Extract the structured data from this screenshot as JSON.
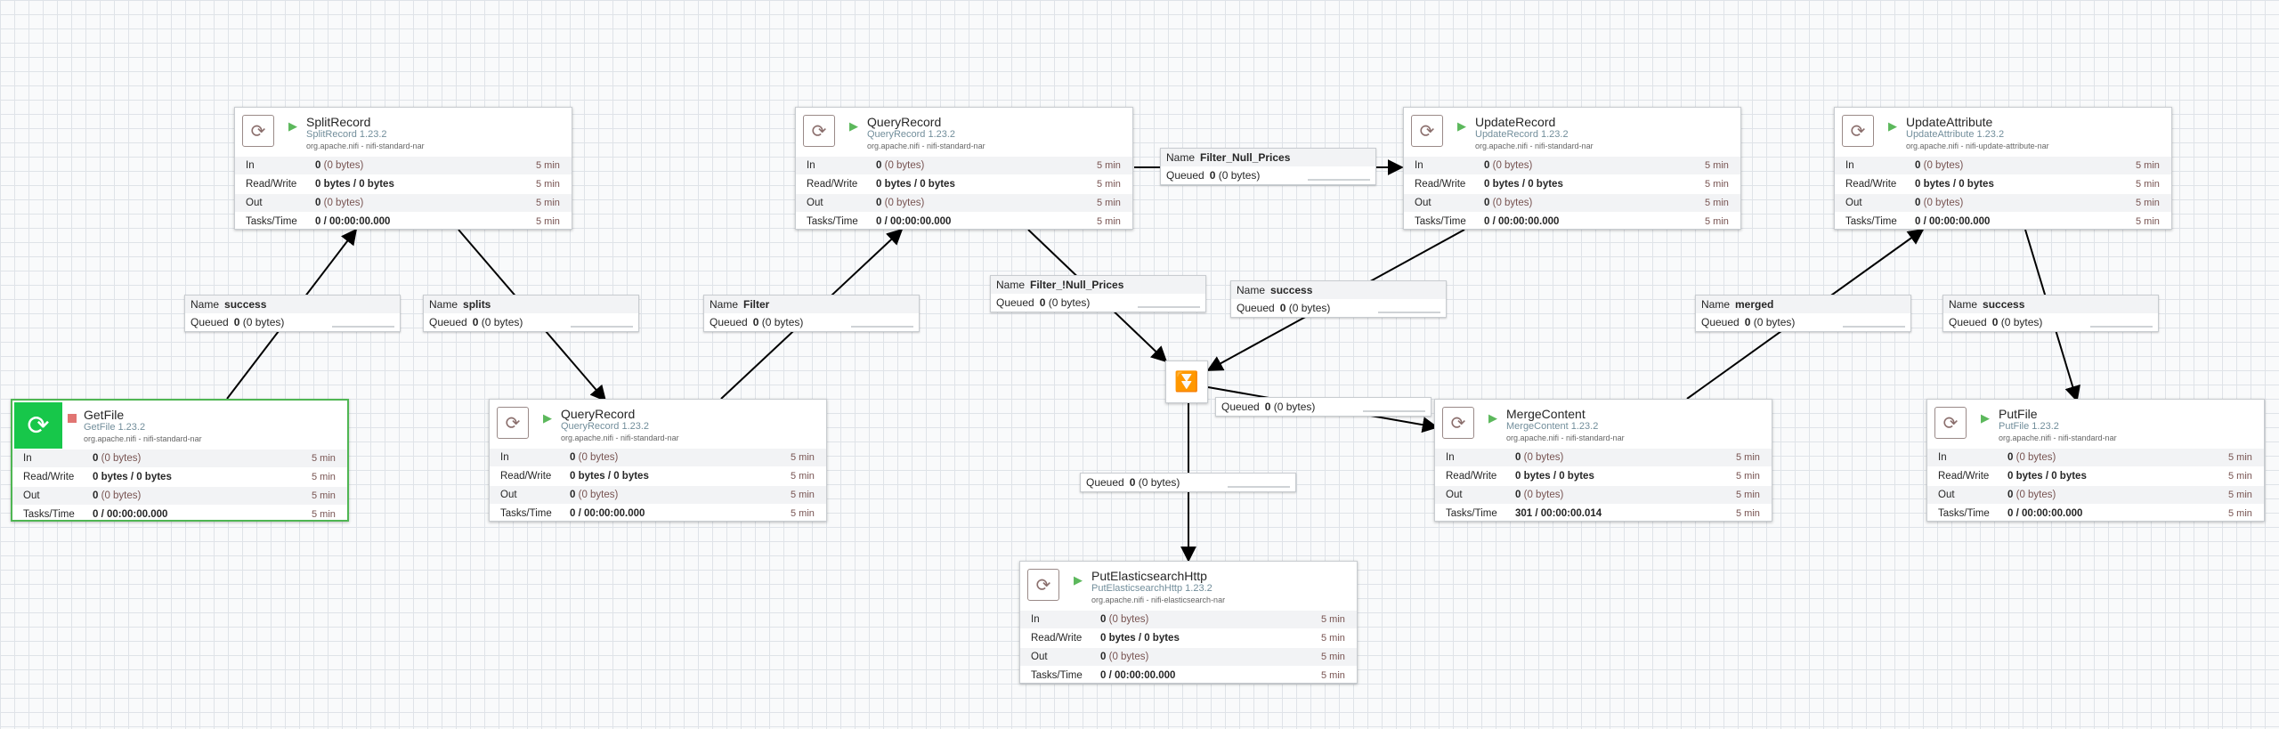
{
  "processors": [
    {
      "id": "getfile",
      "name": "GetFile",
      "type": "GetFile 1.23.2",
      "bundle": "org.apache.nifi - nifi-standard-nar",
      "state": "stopped",
      "selected": true,
      "stats": {
        "in": "0",
        "in_sub": "(0 bytes)",
        "rw": "0 bytes / 0 bytes",
        "out": "0",
        "out_sub": "(0 bytes)",
        "tasks": "0 / 00:00:00.000",
        "window": "5 min"
      }
    },
    {
      "id": "splitrecord",
      "name": "SplitRecord",
      "type": "SplitRecord 1.23.2",
      "bundle": "org.apache.nifi - nifi-standard-nar",
      "state": "running",
      "stats": {
        "in": "0",
        "in_sub": "(0 bytes)",
        "rw": "0 bytes / 0 bytes",
        "out": "0",
        "out_sub": "(0 bytes)",
        "tasks": "0 / 00:00:00.000",
        "window": "5 min"
      }
    },
    {
      "id": "queryrecord1",
      "name": "QueryRecord",
      "type": "QueryRecord 1.23.2",
      "bundle": "org.apache.nifi - nifi-standard-nar",
      "state": "running",
      "stats": {
        "in": "0",
        "in_sub": "(0 bytes)",
        "rw": "0 bytes / 0 bytes",
        "out": "0",
        "out_sub": "(0 bytes)",
        "tasks": "0 / 00:00:00.000",
        "window": "5 min"
      }
    },
    {
      "id": "queryrecord2",
      "name": "QueryRecord",
      "type": "QueryRecord 1.23.2",
      "bundle": "org.apache.nifi - nifi-standard-nar",
      "state": "running",
      "stats": {
        "in": "0",
        "in_sub": "(0 bytes)",
        "rw": "0 bytes / 0 bytes",
        "out": "0",
        "out_sub": "(0 bytes)",
        "tasks": "0 / 00:00:00.000",
        "window": "5 min"
      }
    },
    {
      "id": "updaterecord",
      "name": "UpdateRecord",
      "type": "UpdateRecord 1.23.2",
      "bundle": "org.apache.nifi - nifi-standard-nar",
      "state": "running",
      "stats": {
        "in": "0",
        "in_sub": "(0 bytes)",
        "rw": "0 bytes / 0 bytes",
        "out": "0",
        "out_sub": "(0 bytes)",
        "tasks": "0 / 00:00:00.000",
        "window": "5 min"
      }
    },
    {
      "id": "updateattribute",
      "name": "UpdateAttribute",
      "type": "UpdateAttribute 1.23.2",
      "bundle": "org.apache.nifi - nifi-update-attribute-nar",
      "state": "running",
      "stats": {
        "in": "0",
        "in_sub": "(0 bytes)",
        "rw": "0 bytes / 0 bytes",
        "out": "0",
        "out_sub": "(0 bytes)",
        "tasks": "0 / 00:00:00.000",
        "window": "5 min"
      }
    },
    {
      "id": "mergecontent",
      "name": "MergeContent",
      "type": "MergeContent 1.23.2",
      "bundle": "org.apache.nifi - nifi-standard-nar",
      "state": "running",
      "stats": {
        "in": "0",
        "in_sub": "(0 bytes)",
        "rw": "0 bytes / 0 bytes",
        "out": "0",
        "out_sub": "(0 bytes)",
        "tasks": "301 / 00:00:00.014",
        "window": "5 min"
      }
    },
    {
      "id": "putfile",
      "name": "PutFile",
      "type": "PutFile 1.23.2",
      "bundle": "org.apache.nifi - nifi-standard-nar",
      "state": "running",
      "stats": {
        "in": "0",
        "in_sub": "(0 bytes)",
        "rw": "0 bytes / 0 bytes",
        "out": "0",
        "out_sub": "(0 bytes)",
        "tasks": "0 / 00:00:00.000",
        "window": "5 min"
      }
    },
    {
      "id": "putelastic",
      "name": "PutElasticsearchHttp",
      "type": "PutElasticsearchHttp 1.23.2",
      "bundle": "org.apache.nifi - nifi-elasticsearch-nar",
      "state": "running",
      "stats": {
        "in": "0",
        "in_sub": "(0 bytes)",
        "rw": "0 bytes / 0 bytes",
        "out": "0",
        "out_sub": "(0 bytes)",
        "tasks": "0 / 00:00:00.000",
        "window": "5 min"
      }
    }
  ],
  "row_labels": {
    "in": "In",
    "rw": "Read/Write",
    "out": "Out",
    "tasks": "Tasks/Time"
  },
  "connections": [
    {
      "id": "c-success-1",
      "name_key": "Name",
      "name": "success",
      "queued_key": "Queued",
      "queued": "0",
      "queued_sub": "(0 bytes)"
    },
    {
      "id": "c-splits",
      "name_key": "Name",
      "name": "splits",
      "queued_key": "Queued",
      "queued": "0",
      "queued_sub": "(0 bytes)"
    },
    {
      "id": "c-filter",
      "name_key": "Name",
      "name": "Filter",
      "queued_key": "Queued",
      "queued": "0",
      "queued_sub": "(0 bytes)"
    },
    {
      "id": "c-filter-null",
      "name_key": "Name",
      "name": "Filter_Null_Prices",
      "queued_key": "Queued",
      "queued": "0",
      "queued_sub": "(0 bytes)"
    },
    {
      "id": "c-filter-notnull",
      "name_key": "Name",
      "name": "Filter_!Null_Prices",
      "queued_key": "Queued",
      "queued": "0",
      "queued_sub": "(0 bytes)"
    },
    {
      "id": "c-success-2",
      "name_key": "Name",
      "name": "success",
      "queued_key": "Queued",
      "queued": "0",
      "queued_sub": "(0 bytes)"
    },
    {
      "id": "c-merged",
      "name_key": "Name",
      "name": "merged",
      "queued_key": "Queued",
      "queued": "0",
      "queued_sub": "(0 bytes)"
    },
    {
      "id": "c-success-3",
      "name_key": "Name",
      "name": "success",
      "queued_key": "Queued",
      "queued": "0",
      "queued_sub": "(0 bytes)"
    },
    {
      "id": "c-funnel-merge",
      "queued_key": "Queued",
      "queued": "0",
      "queued_sub": "(0 bytes)"
    },
    {
      "id": "c-funnel-elastic",
      "queued_key": "Queued",
      "queued": "0",
      "queued_sub": "(0 bytes)"
    }
  ],
  "colors": {
    "running": "#5cb85c",
    "stopped": "#d9534f",
    "selected_border": "#4fb653",
    "grid": "#dfe3e8"
  },
  "icons": {
    "processor": "processor-icon",
    "funnel": "funnel-icon",
    "start": "play-icon",
    "stop": "stop-icon"
  }
}
